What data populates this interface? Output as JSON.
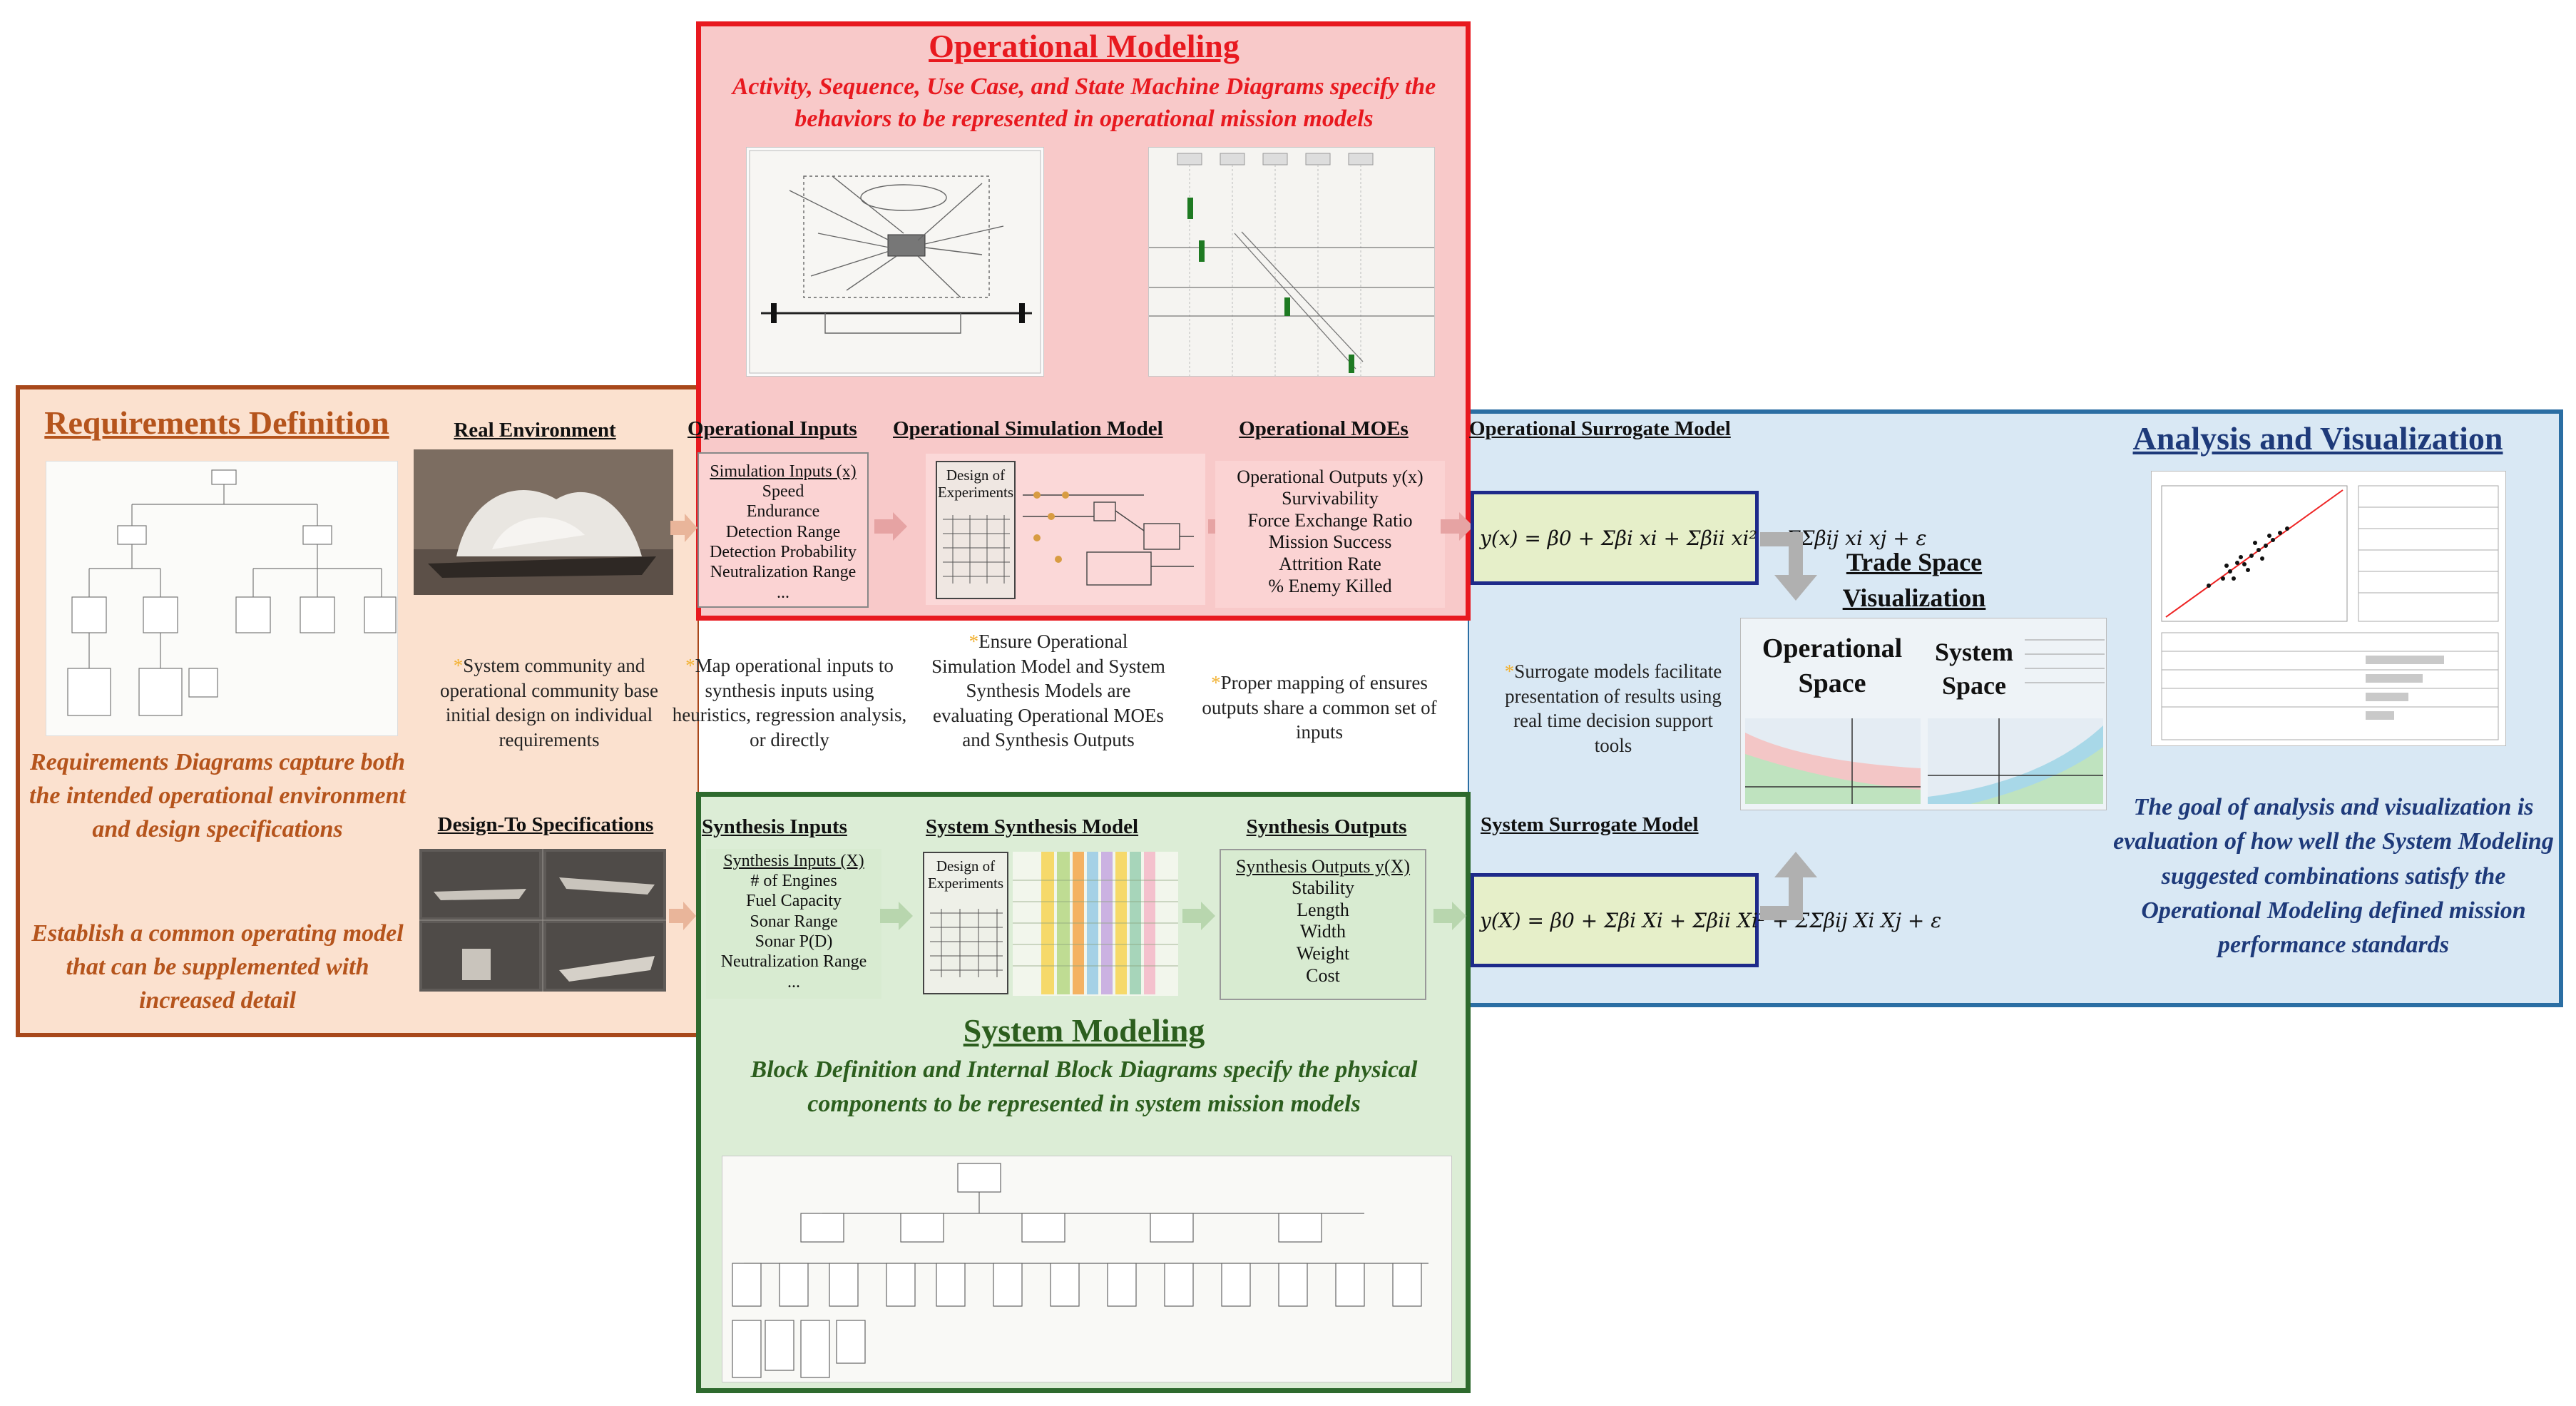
{
  "operational_modeling": {
    "title": "Operational Modeling",
    "subtitle": "Activity, Sequence, Use Case, and State Machine Diagrams specify the behaviors to be represented in operational mission models",
    "inputs_header": "Operational Inputs",
    "inputs_box_title": "Simulation Inputs (x)",
    "inputs": [
      "Speed",
      "Endurance",
      "Detection Range",
      "Detection Probability",
      "Neutralization Range",
      "..."
    ],
    "sim_model_header": "Operational Simulation Model",
    "doe_label": "Design of Experiments",
    "moes_header": "Operational MOEs",
    "outputs_box_title": "Operational Outputs y(x)",
    "outputs": [
      "Survivability",
      "Force Exchange Ratio",
      "Mission Success",
      "Attrition Rate",
      "% Enemy Killed"
    ]
  },
  "requirements": {
    "title": "Requirements Definition",
    "real_env_header": "Real Environment",
    "design_to_header": "Design-To Specifications",
    "note": "System community and operational community base initial design on individual requirements",
    "caption_1": "Requirements Diagrams capture both the intended operational environment and design specifications",
    "caption_2": "Establish a common operating model that can be supplemented with increased detail"
  },
  "middle_notes": {
    "map_inputs": "Map operational inputs to synthesis inputs using heuristics, regression analysis, or directly",
    "ensure_models": "Ensure Operational Simulation Model and System Synthesis Models are evaluating Operational MOEs and Synthesis Outputs",
    "proper_mapping": "Proper mapping of ensures outputs share a common set of inputs"
  },
  "system_modeling": {
    "title": "System Modeling",
    "subtitle": "Block Definition and Internal Block Diagrams specify the physical components to be represented in system mission models",
    "inputs_header": "Synthesis Inputs",
    "inputs_box_title": "Synthesis Inputs (X)",
    "inputs": [
      "# of Engines",
      "Fuel Capacity",
      "Sonar Range",
      "Sonar P(D)",
      "Neutralization Range",
      "..."
    ],
    "model_header": "System Synthesis Model",
    "doe_label": "Design of Experiments",
    "outputs_header": "Synthesis Outputs",
    "outputs_box_title": "Synthesis Outputs y(X)",
    "outputs": [
      "Stability",
      "Length",
      "Width",
      "Weight",
      "Cost"
    ]
  },
  "analysis": {
    "title": "Analysis and Visualization",
    "op_surrogate_header": "Operational Surrogate Model",
    "sys_surrogate_header": "System Surrogate Model",
    "trade_space_title": "Trade Space Visualization",
    "operational_space": "Operational Space",
    "system_space": "System Space",
    "surrogate_note": "Surrogate models facilitate presentation of results using real time decision support tools",
    "goal": "The goal of analysis and visualization is evaluation of how well the System Modeling suggested combinations satisfy the Operational Modeling defined mission performance standards",
    "equation_op": "y(x) = β0 + Σβi xi + Σβii xi² + ΣΣβij xi xj + ε",
    "equation_sys": "y(X) = β0 + Σβi Xi + Σβii Xi² + ΣΣβij Xi Xj + ε"
  },
  "colors": {
    "red": "#e8191f",
    "red_fill": "#f8c9c9",
    "brown": "#a8481b",
    "brown_fill": "#fbe1cf",
    "green": "#2e6a2e",
    "green_fill": "#dcedd6",
    "blue": "#2b6ea3",
    "blue_fill": "#d9e8f4",
    "caption_orange": "#b5541c",
    "caption_green": "#2c5e1e",
    "caption_blue": "#1e3a7a",
    "star": "#f2b233"
  }
}
